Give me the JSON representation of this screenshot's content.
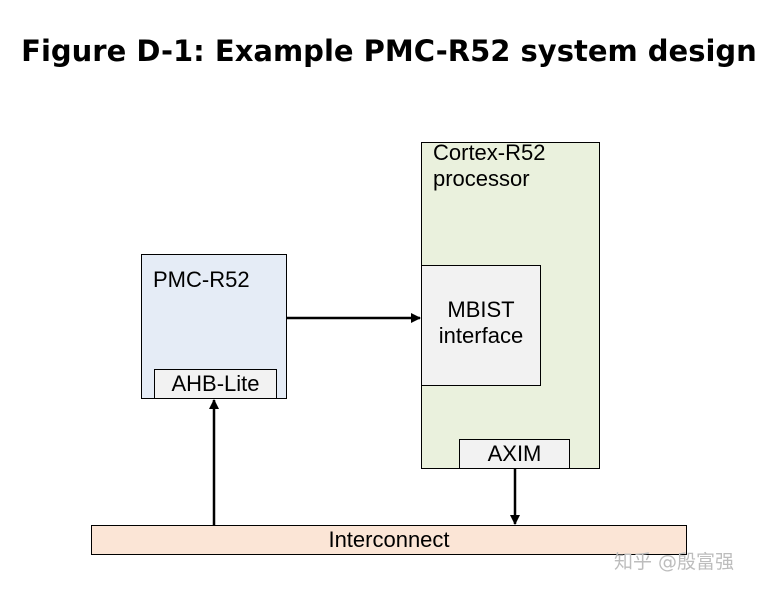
{
  "figure": {
    "title": "Figure D-1: Example PMC-R52 system design"
  },
  "blocks": {
    "cortex_processor": "Cortex-R52\nprocessor",
    "mbist_interface": "MBIST\ninterface",
    "axim": "AXIM",
    "pmc": "PMC-R52",
    "ahb_lite": "AHB-Lite",
    "interconnect": "Interconnect"
  },
  "watermark": "知乎 @殷富强",
  "colors": {
    "cortex_fill": "#eaf1dd",
    "pmc_fill": "#e5ecf6",
    "port_fill": "#f2f2f2",
    "interconnect_fill": "#fbe5d6"
  }
}
